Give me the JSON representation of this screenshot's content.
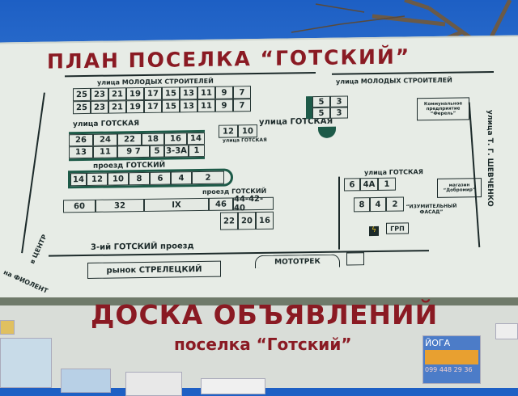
{
  "sign": {
    "title": "ПЛАН ПОСЕЛКА “ГОТСКИЙ”",
    "streets": {
      "molodykh_left": "улица МОЛОДЫХ СТРОИТЕЛЕЙ",
      "molodykh_right": "улица МОЛОДЫХ СТРОИТЕЛЕЙ",
      "gotskaya_1": "улица ГОТСКАЯ",
      "gotskaya_2": "улица ГОТСКАЯ",
      "gotskaya_small": "улица ГОТСКАЯ",
      "gotskaya_3": "улица ГОТСКАЯ",
      "proezd_1": "проезд ГОТСКИЙ",
      "proezd_2": "проезд ГОТСКИЙ",
      "proezd_3": "3-ий  ГОТСКИЙ проезд",
      "shevchenko": "улица Т. Г. ШЕВЧЕНКО"
    },
    "blocks": {
      "molodykh_top": [
        "25",
        "23",
        "21",
        "19",
        "17",
        "15",
        "13",
        "11",
        "9",
        "7"
      ],
      "molodykh_bottom": [
        "25",
        "23",
        "21",
        "19",
        "17",
        "15",
        "13",
        "11",
        "9",
        "7"
      ],
      "corner": [
        "12",
        "10"
      ],
      "gotskaya_top": [
        "26",
        "24",
        "22",
        "18",
        "16",
        "14"
      ],
      "gotskaya_bottom": [
        "13",
        "11",
        "9 7",
        "5",
        "3-3А",
        "1"
      ],
      "proezd": [
        "14",
        "12",
        "10",
        "8",
        "6",
        "4",
        "2"
      ],
      "lower": [
        "60",
        "32",
        "IX",
        "46",
        "44-42-40"
      ],
      "lower2": [
        "22",
        "20",
        "16"
      ],
      "right_top": [
        "5",
        "3",
        "5",
        "3"
      ],
      "right_mid": [
        "6",
        "4А",
        "1"
      ],
      "right_low": [
        "8",
        "4",
        "2"
      ]
    },
    "landmarks": {
      "communal": "Коммунальное предприятие “Ферель”",
      "shop": "магазин “Добромир”",
      "facade": "“ИЗУМИТЕЛЬНЫЙ ФАСАД”",
      "grp": "ГРП",
      "market": "рынок СТРЕЛЕЦКИЙ",
      "mototrek": "МОТОТРЕК",
      "to_center": "в ЦЕНТР",
      "to_fiolent": "на ФИОЛЕНТ"
    }
  },
  "board": {
    "title": "ДОСКА ОБЪЯВЛЕНИЙ",
    "subtitle": "поселка “Готский”",
    "poster_yoga": "ЙОГА",
    "poster_phone": "099 448 29 36"
  },
  "colors": {
    "title": "#8a1a23",
    "green": "#1d5a48",
    "sign": "#e7ece6"
  }
}
